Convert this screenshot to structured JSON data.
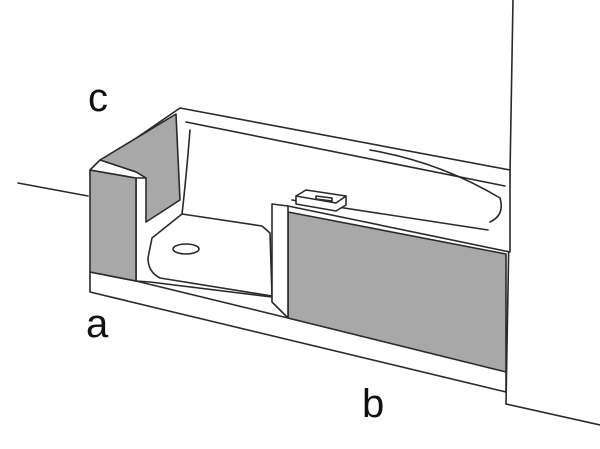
{
  "labels": {
    "a": "a",
    "b": "b",
    "c": "c"
  },
  "colors": {
    "stroke": "#2a2a2a",
    "panel_fill": "#a8a8a8",
    "background": "#ffffff"
  }
}
